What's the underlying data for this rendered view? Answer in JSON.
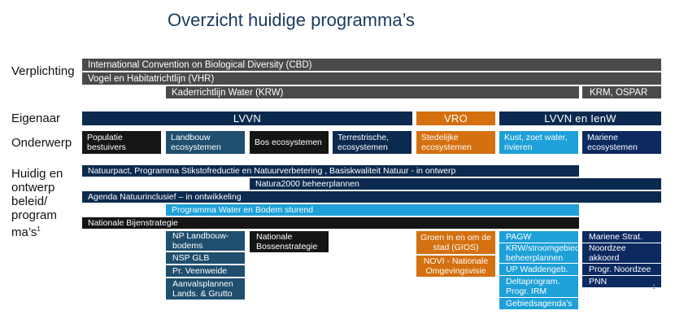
{
  "title": "Overzicht huidige programma’s",
  "row_labels": {
    "verplichting": "Verplichting",
    "eigenaar": "Eigenaar",
    "onderwerp": "Onderwerp",
    "beleid": "Huidig en ontwerp beleid/ program ma’s",
    "beleid_footnote": "1"
  },
  "obligations": {
    "cbd": "International Convention on Biological Diversity (CBD)",
    "vhr": "Vogel en Habitatrichtlijn (VHR)",
    "krw": "Kaderrichtlijn Water (KRW)",
    "ospar": "KRM, OSPAR"
  },
  "owners": {
    "lvvn": "LVVN",
    "vro": "VRO",
    "lvvn_ienw": "LVVN en IenW"
  },
  "topics": [
    "Populatie bestuivers",
    "Landbouw ecosystemen",
    "Bos ecosystemen",
    "Terrestrische, ecosystemen",
    "Stedelijke ecosystemen",
    "Kust, zoet water, rivieren",
    "Mariene ecosystemen"
  ],
  "policy_bars": {
    "natuurpact": "Natuurpact, Programma Stikstofreductie en Natuurverbetering , Basiskwaliteit Natuur - in ontwerp",
    "natura2000": "Natura2000 beheerplannen",
    "agenda": "Agenda Natuurinclusief – in ontwikkeling",
    "water_bodem": "Programma Water en Bodem sturend",
    "bijen": "Nationale Bijenstrategie"
  },
  "programs": {
    "landbouw": [
      "NP Landbouw-bodems",
      "NSP GLB",
      "Pr. Veenweide",
      "Aanvalsplannen Lands. & Grutto"
    ],
    "bos": "Nationale Bossenstrategie",
    "stedelijk": [
      "Groen in en om de stad (GIOS)",
      "NOVI - Nationale Omgevingsvisie"
    ],
    "water": [
      "PAGW",
      "KRW/stroomgebied beheerplannen",
      "UP Waddengeb.",
      "Deltaprogram. Progr. IRM",
      "Gebiedsagenda’s"
    ],
    "marien": [
      "Mariene Strat.",
      "Noordzee akkoord",
      "Progr. Noordzee",
      "PNN"
    ]
  },
  "page_number": "1",
  "colors": {
    "gray": "#4a4a4a",
    "navy": "#0c2a4f",
    "orange": "#d4700f",
    "cyan": "#1ea0d8",
    "teal": "#1f4e6e"
  }
}
